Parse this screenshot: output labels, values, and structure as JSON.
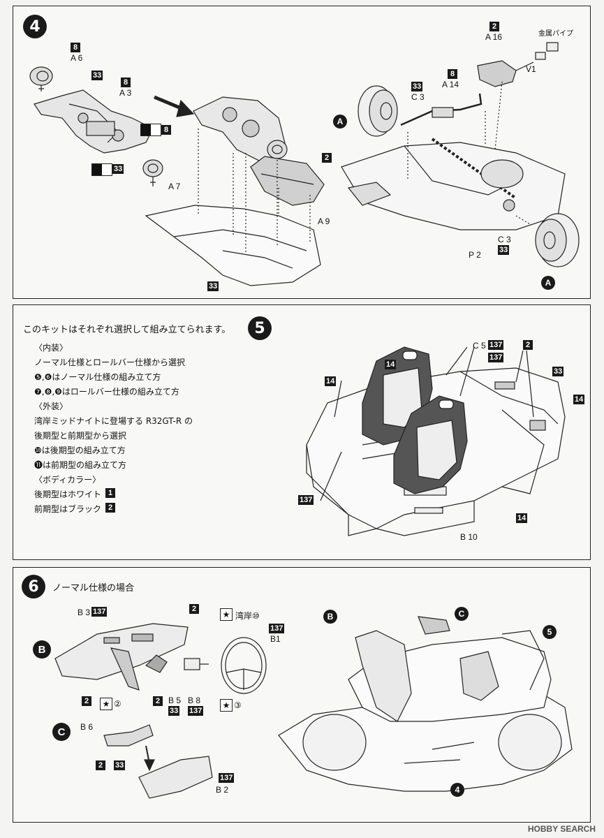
{
  "step4": {
    "number": "4",
    "labels": {
      "a6": "A 6",
      "a3": "A 3",
      "a7": "A 7",
      "a9": "A 9",
      "a16": "A 16",
      "a14": "A 14",
      "c3_top": "C 3",
      "c3_bottom": "C 3",
      "v1": "V1",
      "p2": "P 2",
      "metal_pipe": "金属パイプ"
    },
    "boxes": {
      "b8_a6": "8",
      "b33_a3": "33",
      "b8_a3": "8",
      "b8_paint": "8",
      "b33_paint": "33",
      "b2_a9": "2",
      "b33_bottom": "33",
      "b2_a16": "2",
      "b8_a14": "8",
      "b33_c3": "33",
      "b33_c3b": "33"
    },
    "refs": {
      "a_left": "A",
      "a_right": "A"
    }
  },
  "step5": {
    "number": "5",
    "intro": "このキットはそれぞれ選択して組み立てられます。",
    "lines": [
      "〈内装〉",
      "ノーマル仕様とロールバー仕様から選択",
      "❺,❻はノーマル仕様の組み立て方",
      "❼,❽,❾はロールバー仕様の組み立て方",
      "〈外装〉",
      "湾岸ミッドナイトに登場する R32GT-R の",
      "後期型と前期型から選択",
      "❿は後期型の組み立て方",
      "⓫は前期型の組み立て方",
      "〈ボディカラー〉",
      "後期型はホワイト",
      "前期型はブラック"
    ],
    "color_boxes": {
      "white": "1",
      "black": "2"
    },
    "labels": {
      "c5": "C 5",
      "b10": "B 10"
    },
    "boxes": {
      "b137_c5": "137",
      "b137_mid": "137",
      "b2": "2",
      "b33": "33",
      "b14_right": "14",
      "b14_seat": "14",
      "b14_left": "14",
      "b137_left": "137",
      "b14_bottom": "14"
    }
  },
  "step6": {
    "number": "6",
    "heading": "ノーマル仕様の場合",
    "labels": {
      "b3": "B 3",
      "b1": "B1",
      "b5": "B 5",
      "b8": "B 8",
      "b6": "B 6",
      "b2": "B 2",
      "wangan": "湾岸⑩",
      "circ2": "②",
      "circ3": "③"
    },
    "boxes": {
      "b137_b3": "137",
      "b2_top": "2",
      "b137_b1": "137",
      "b2_left": "2",
      "b2_mid": "2",
      "b33_b5": "33",
      "b137_b8": "137",
      "b2_b6": "2",
      "b33_b6": "33",
      "b137_b2": "137"
    },
    "refs": {
      "b_big": "B",
      "c_big": "C",
      "b_small": "B",
      "c_small": "C",
      "five": "5",
      "four": "4"
    }
  },
  "watermark": "HOBBY SEARCH"
}
